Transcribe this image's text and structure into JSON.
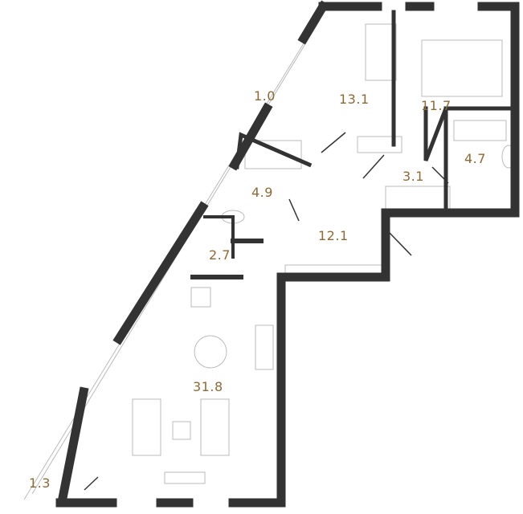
{
  "label_color": "#8a6a3a",
  "wall_color": "#333333",
  "rooms": [
    {
      "area": "1.0"
    },
    {
      "area": "13.1"
    },
    {
      "area": "11.7"
    },
    {
      "area": "4.9"
    },
    {
      "area": "3.1"
    },
    {
      "area": "4.7"
    },
    {
      "area": "12.1"
    },
    {
      "area": "2.7"
    },
    {
      "area": "31.8"
    },
    {
      "area": "1.3"
    }
  ]
}
